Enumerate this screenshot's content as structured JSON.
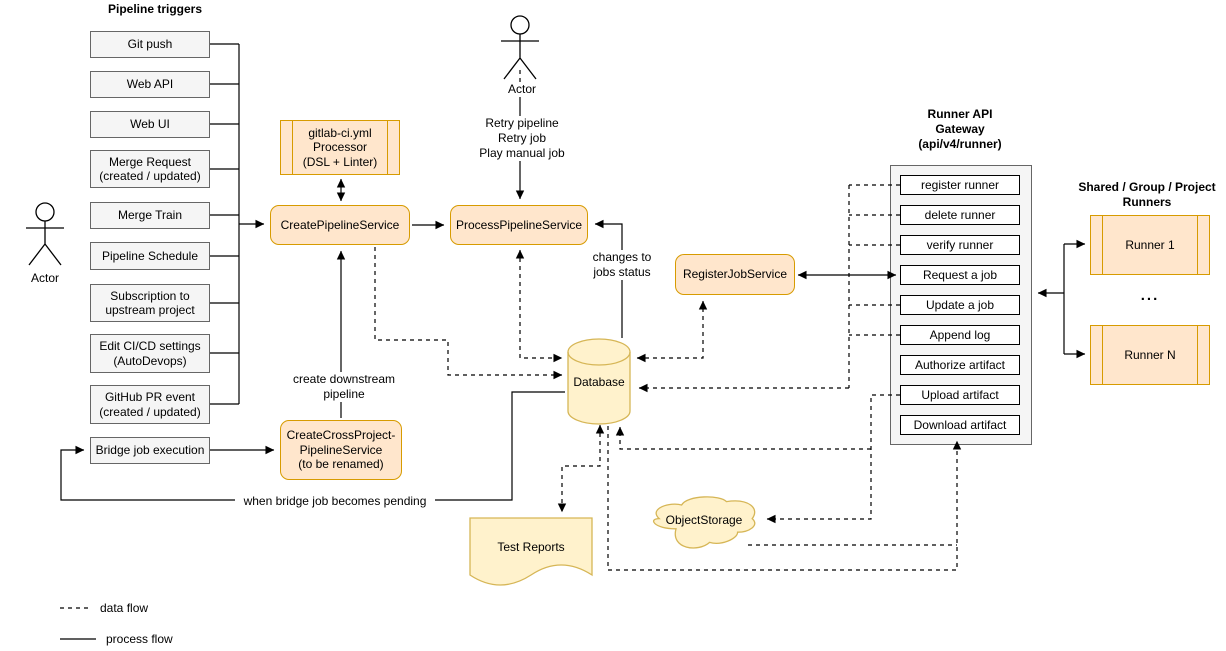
{
  "diagram": {
    "pipeline_triggers": {
      "title": "Pipeline triggers",
      "items": [
        "Git push",
        "Web API",
        "Web UI",
        "Merge Request\n(created / updated)",
        "Merge Train",
        "Pipeline Schedule",
        "Subscription to\nupstream project",
        "Edit CI/CD settings\n(AutoDevops)",
        "GitHub PR event\n(created / updated)"
      ],
      "bridge_item": "Bridge job execution"
    },
    "actors": {
      "left": "Actor",
      "top": "Actor"
    },
    "processor": "gitlab-ci.yml\nProcessor\n(DSL + Linter)",
    "services": {
      "create_pipeline": "CreatePipelineService",
      "process_pipeline": "ProcessPipelineService",
      "register_job": "RegisterJobService",
      "create_cross_project": "CreateCrossProject-\nPipelineService\n(to be renamed)"
    },
    "database": "Database",
    "gateway": {
      "title": "Runner API\nGateway\n(api/v4/runner)",
      "endpoints": [
        "register runner",
        "delete runner",
        "verify runner",
        "Request a job",
        "Update a job",
        "Append log",
        "Authorize artifact",
        "Upload artifact",
        "Download artifact"
      ]
    },
    "runners": {
      "title": "Shared / Group / Project\nRunners",
      "items": [
        "Runner 1",
        "Runner N"
      ],
      "ellipsis": "..."
    },
    "storage": {
      "object_storage": "ObjectStorage",
      "test_reports": "Test Reports"
    },
    "edge_labels": {
      "retry": "Retry pipeline\nRetry job\nPlay manual job",
      "changes": "changes to\njobs status",
      "create_downstream": "create downstream\npipeline",
      "bridge_pending": "when bridge job becomes pending"
    },
    "legend": {
      "data_flow": "data flow",
      "process_flow": "process flow"
    },
    "colors": {
      "service_fill": "#ffe6cc",
      "service_border": "#d79b00",
      "storage_fill": "#fff2cc",
      "storage_border": "#d6b656",
      "trigger_fill": "#f5f5f5",
      "trigger_border": "#666666",
      "line": "#000000"
    }
  }
}
